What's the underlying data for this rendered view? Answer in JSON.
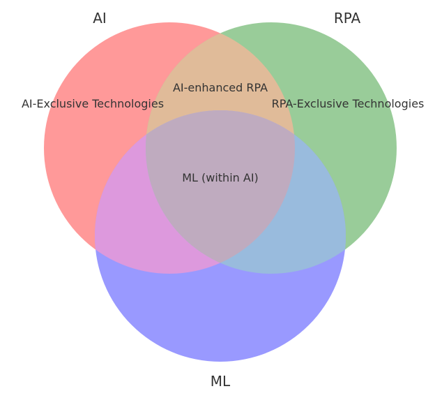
{
  "sets": [
    {
      "name": "AI",
      "color": "#ff9999"
    },
    {
      "name": "RPA",
      "color": "#99cc99"
    },
    {
      "name": "ML",
      "color": "#9999ff"
    }
  ],
  "regions": {
    "ai_only": "AI-Exclusive Technologies",
    "rpa_only": "RPA-Exclusive Technologies",
    "ai_rpa": "AI-enhanced RPA",
    "center": "ML (within AI)"
  },
  "region_colors": {
    "ai_rpa": "#e0bb99",
    "ai_ml": "#dd99dd",
    "rpa_ml": "#99bbdd",
    "center": "#bfabbf"
  }
}
